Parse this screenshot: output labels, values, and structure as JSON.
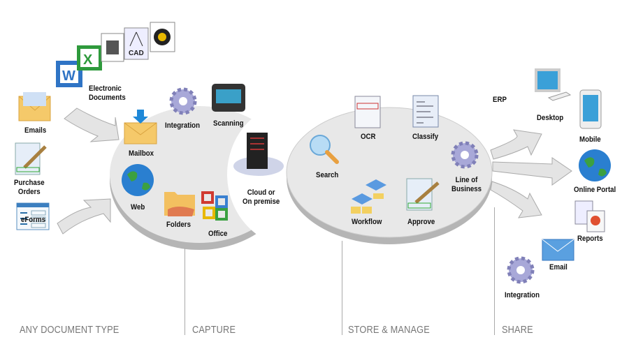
{
  "sections": {
    "any": "ANY DOCUMENT TYPE",
    "capture": "CAPTURE",
    "store": "STORE & MANAGE",
    "share": "SHARE"
  },
  "sources": {
    "electronic": "Electronic",
    "documents": "Documents",
    "emails": "Emails",
    "purchase": "Purchase",
    "orders": "Orders",
    "eforms": "eForms",
    "cad": "CAD"
  },
  "capture": {
    "mailbox": "Mailbox",
    "integration": "Integration",
    "scanning": "Scanning",
    "web": "Web",
    "folders": "Folders",
    "office": "Office",
    "cloud1": "Cloud or",
    "cloud2": "On premise"
  },
  "store": {
    "search": "Search",
    "ocr": "OCR",
    "classify": "Classify",
    "workflow": "Workflow",
    "approve": "Approve",
    "lob1": "Line of",
    "lob2": "Business"
  },
  "share": {
    "erp": "ERP",
    "desktop": "Desktop",
    "mobile": "Mobile",
    "portal": "Online Portal",
    "reports": "Reports",
    "email": "Email",
    "integration": "Integration"
  },
  "colors": {
    "disc": "#e6e6e6",
    "disc_edge": "#b8b8b8",
    "section": "#777777",
    "gear": "#a8a8d8",
    "globe": "#2a7fd0",
    "envelope": "#f5c96a"
  }
}
